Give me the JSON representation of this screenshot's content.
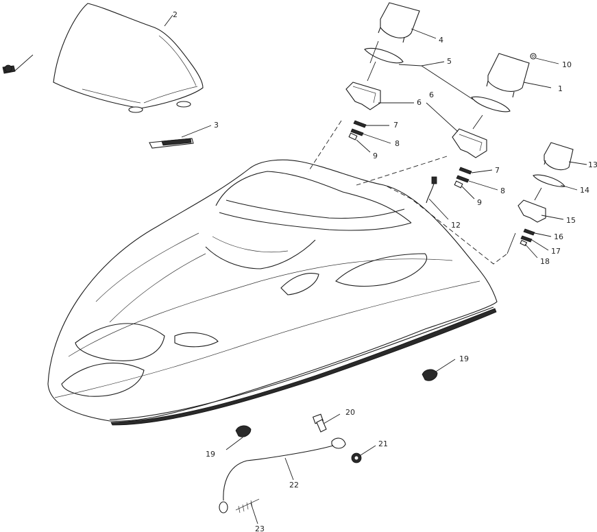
{
  "callouts": {
    "c1": "1",
    "c2": "2",
    "c3": "3",
    "c4": "4",
    "c5": "5",
    "c6a": "6",
    "c6b": "6",
    "c7a": "7",
    "c7b": "7",
    "c8a": "8",
    "c8b": "8",
    "c9a": "9",
    "c9b": "9",
    "c10": "10",
    "c12": "12",
    "c13": "13",
    "c14": "14",
    "c15": "15",
    "c16": "16",
    "c17": "17",
    "c18": "18",
    "c19a": "19",
    "c19b": "19",
    "c20": "20",
    "c21": "21",
    "c22": "22",
    "c23": "23"
  }
}
